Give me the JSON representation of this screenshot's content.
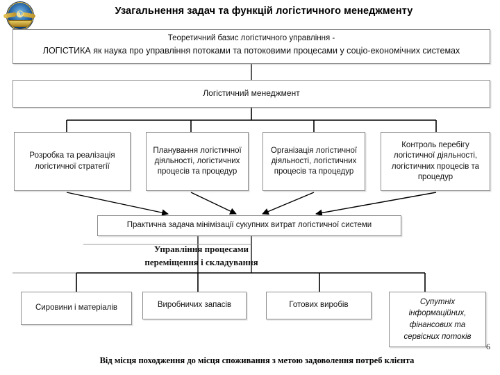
{
  "slide": {
    "title": "Узагальнення задач та функцій логістичного менеджменту",
    "page_number": "6",
    "logo_name": "university-emblem",
    "footer_caption": "Від місця походження до місця споживання з метою задоволення потреб клієнта"
  },
  "diagram": {
    "theory_box": {
      "line1": "Теоретичний базис логістичного управління -",
      "line2": "ЛОГІСТИКА як наука про управління потоками та потоковими процесами у соціо-економічних системах"
    },
    "management_box": {
      "label": "Логістичний менеджмент"
    },
    "functions": [
      {
        "label": "Розробка та реалізація логістичної стратегії"
      },
      {
        "label": "Планування логістичної діяльності, логістичних процесів та процедур"
      },
      {
        "label": "Організація логістичної діяльності, логістичних процесів та процедур"
      },
      {
        "label": "Контроль перебігу логістичної діяльності, логістичних процесів та процедур"
      }
    ],
    "task_box": {
      "label": "Практична задача мінімізації сукупних витрат логістичної системи"
    },
    "processes_caption": {
      "line1": "Управління процесами",
      "line2": "переміщення і складування"
    },
    "flows": [
      {
        "label": "Сировини і матеріалів"
      },
      {
        "label": "Виробничих запасів"
      },
      {
        "label": "Готових виробів"
      },
      {
        "label": "Супутніх інформаційних, фінансових та сервісних потоків"
      }
    ]
  },
  "colors": {
    "box_border": "#8c8c8c",
    "connector": "#000000",
    "background": "#ffffff",
    "logo_blue": "#13407a",
    "logo_gold": "#d8b13a"
  }
}
